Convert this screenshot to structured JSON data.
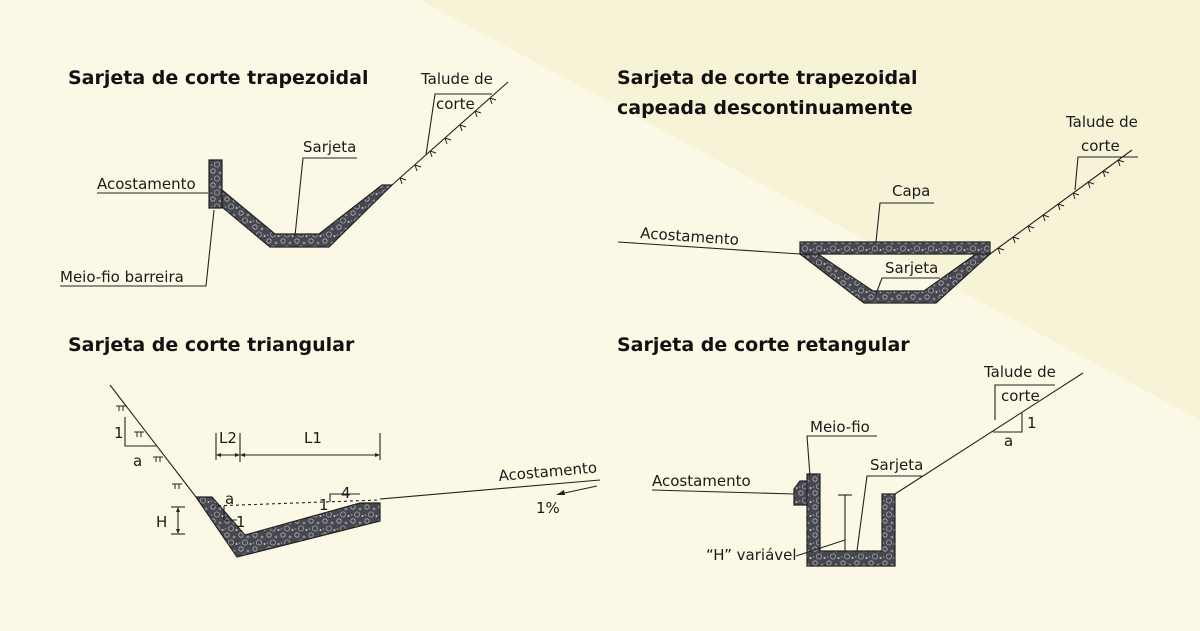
{
  "colors": {
    "background": "#fbf9e6",
    "band": "#f6f3d7",
    "concrete": "#47474f",
    "ink": "#222222"
  },
  "panels": {
    "trapezoidal": {
      "title": "Sarjeta de corte trapezoidal",
      "labels": {
        "talude_1": "Talude de",
        "talude_2": "corte",
        "sarjeta": "Sarjeta",
        "acostamento": "Acostamento",
        "meio_fio": "Meio-fio barreira"
      }
    },
    "capeada": {
      "title_1": "Sarjeta de corte trapezoidal",
      "title_2": "capeada descontinuamente",
      "labels": {
        "talude_1": "Talude de",
        "talude_2": "corte",
        "capa": "Capa",
        "acostamento": "Acostamento",
        "sarjeta": "Sarjeta"
      }
    },
    "triangular": {
      "title": "Sarjeta de corte triangular",
      "labels": {
        "one_slope": "1",
        "a_slope": "a",
        "l2": "L2",
        "l1": "L1",
        "a_inner": "a",
        "one_inner": "1",
        "one_right": "1",
        "four": "4",
        "h": "H",
        "acostamento": "Acostamento",
        "percent": "1%"
      }
    },
    "retangular": {
      "title": "Sarjeta de corte retangular",
      "labels": {
        "talude_1": "Talude de",
        "talude_2": "corte",
        "a": "a",
        "one": "1",
        "meio_fio": "Meio-fio",
        "sarjeta": "Sarjeta",
        "acostamento": "Acostamento",
        "h_variavel": "“H” variável"
      }
    }
  }
}
